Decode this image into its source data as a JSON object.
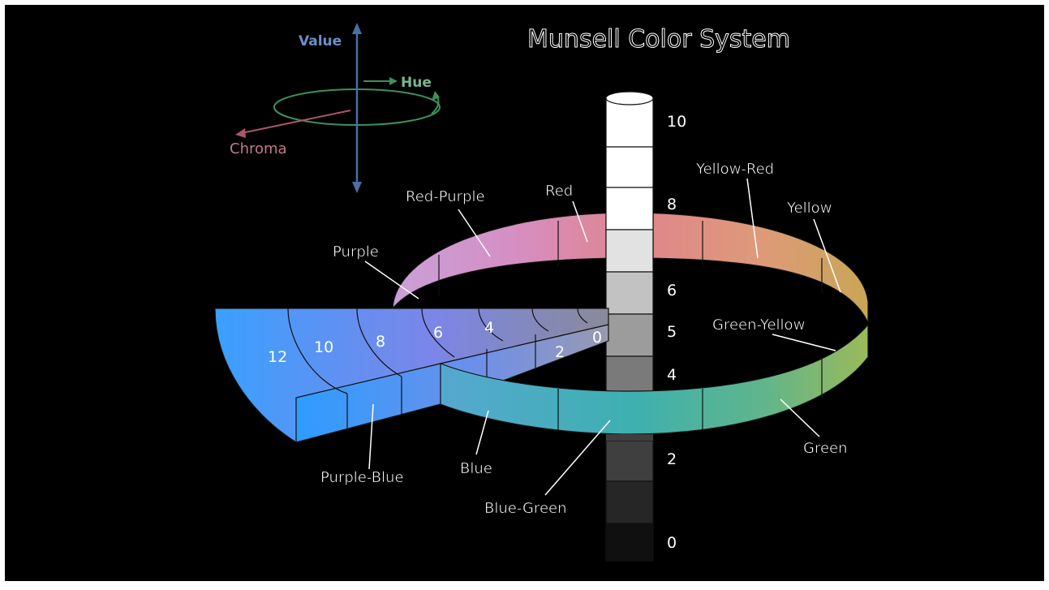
{
  "title": "Munsell Color System",
  "axes_legend": {
    "value": "Value",
    "hue": "Hue",
    "chroma": "Chroma",
    "colors": {
      "value": "#4a6fa5",
      "hue": "#3f8f5e",
      "chroma": "#a8566a"
    }
  },
  "hues": {
    "red_purple": "Red-Purple",
    "red": "Red",
    "yellow_red": "Yellow-Red",
    "yellow": "Yellow",
    "purple": "Purple",
    "green_yellow": "Green-Yellow",
    "green": "Green",
    "blue_green": "Blue-Green",
    "blue": "Blue",
    "purple_blue": "Purple-Blue"
  },
  "value_scale": [
    "10",
    "8",
    "6",
    "5",
    "4",
    "2",
    "0"
  ],
  "chroma_scale": [
    "12",
    "10",
    "8",
    "6",
    "4",
    "2",
    "0"
  ],
  "colors": {
    "background": "#000000",
    "frame": "#ffffff",
    "red_purple": "#d58fc4",
    "red": "#e0848e",
    "yellow_red": "#de9a78",
    "yellow": "#c8a656",
    "green_yellow": "#9aba5a",
    "green": "#5fb58c",
    "blue_green": "#3eb0b0",
    "blue": "#55a8d0",
    "purple_blue": "#5b8ff0",
    "chroma_edge": "#3a9cff"
  }
}
